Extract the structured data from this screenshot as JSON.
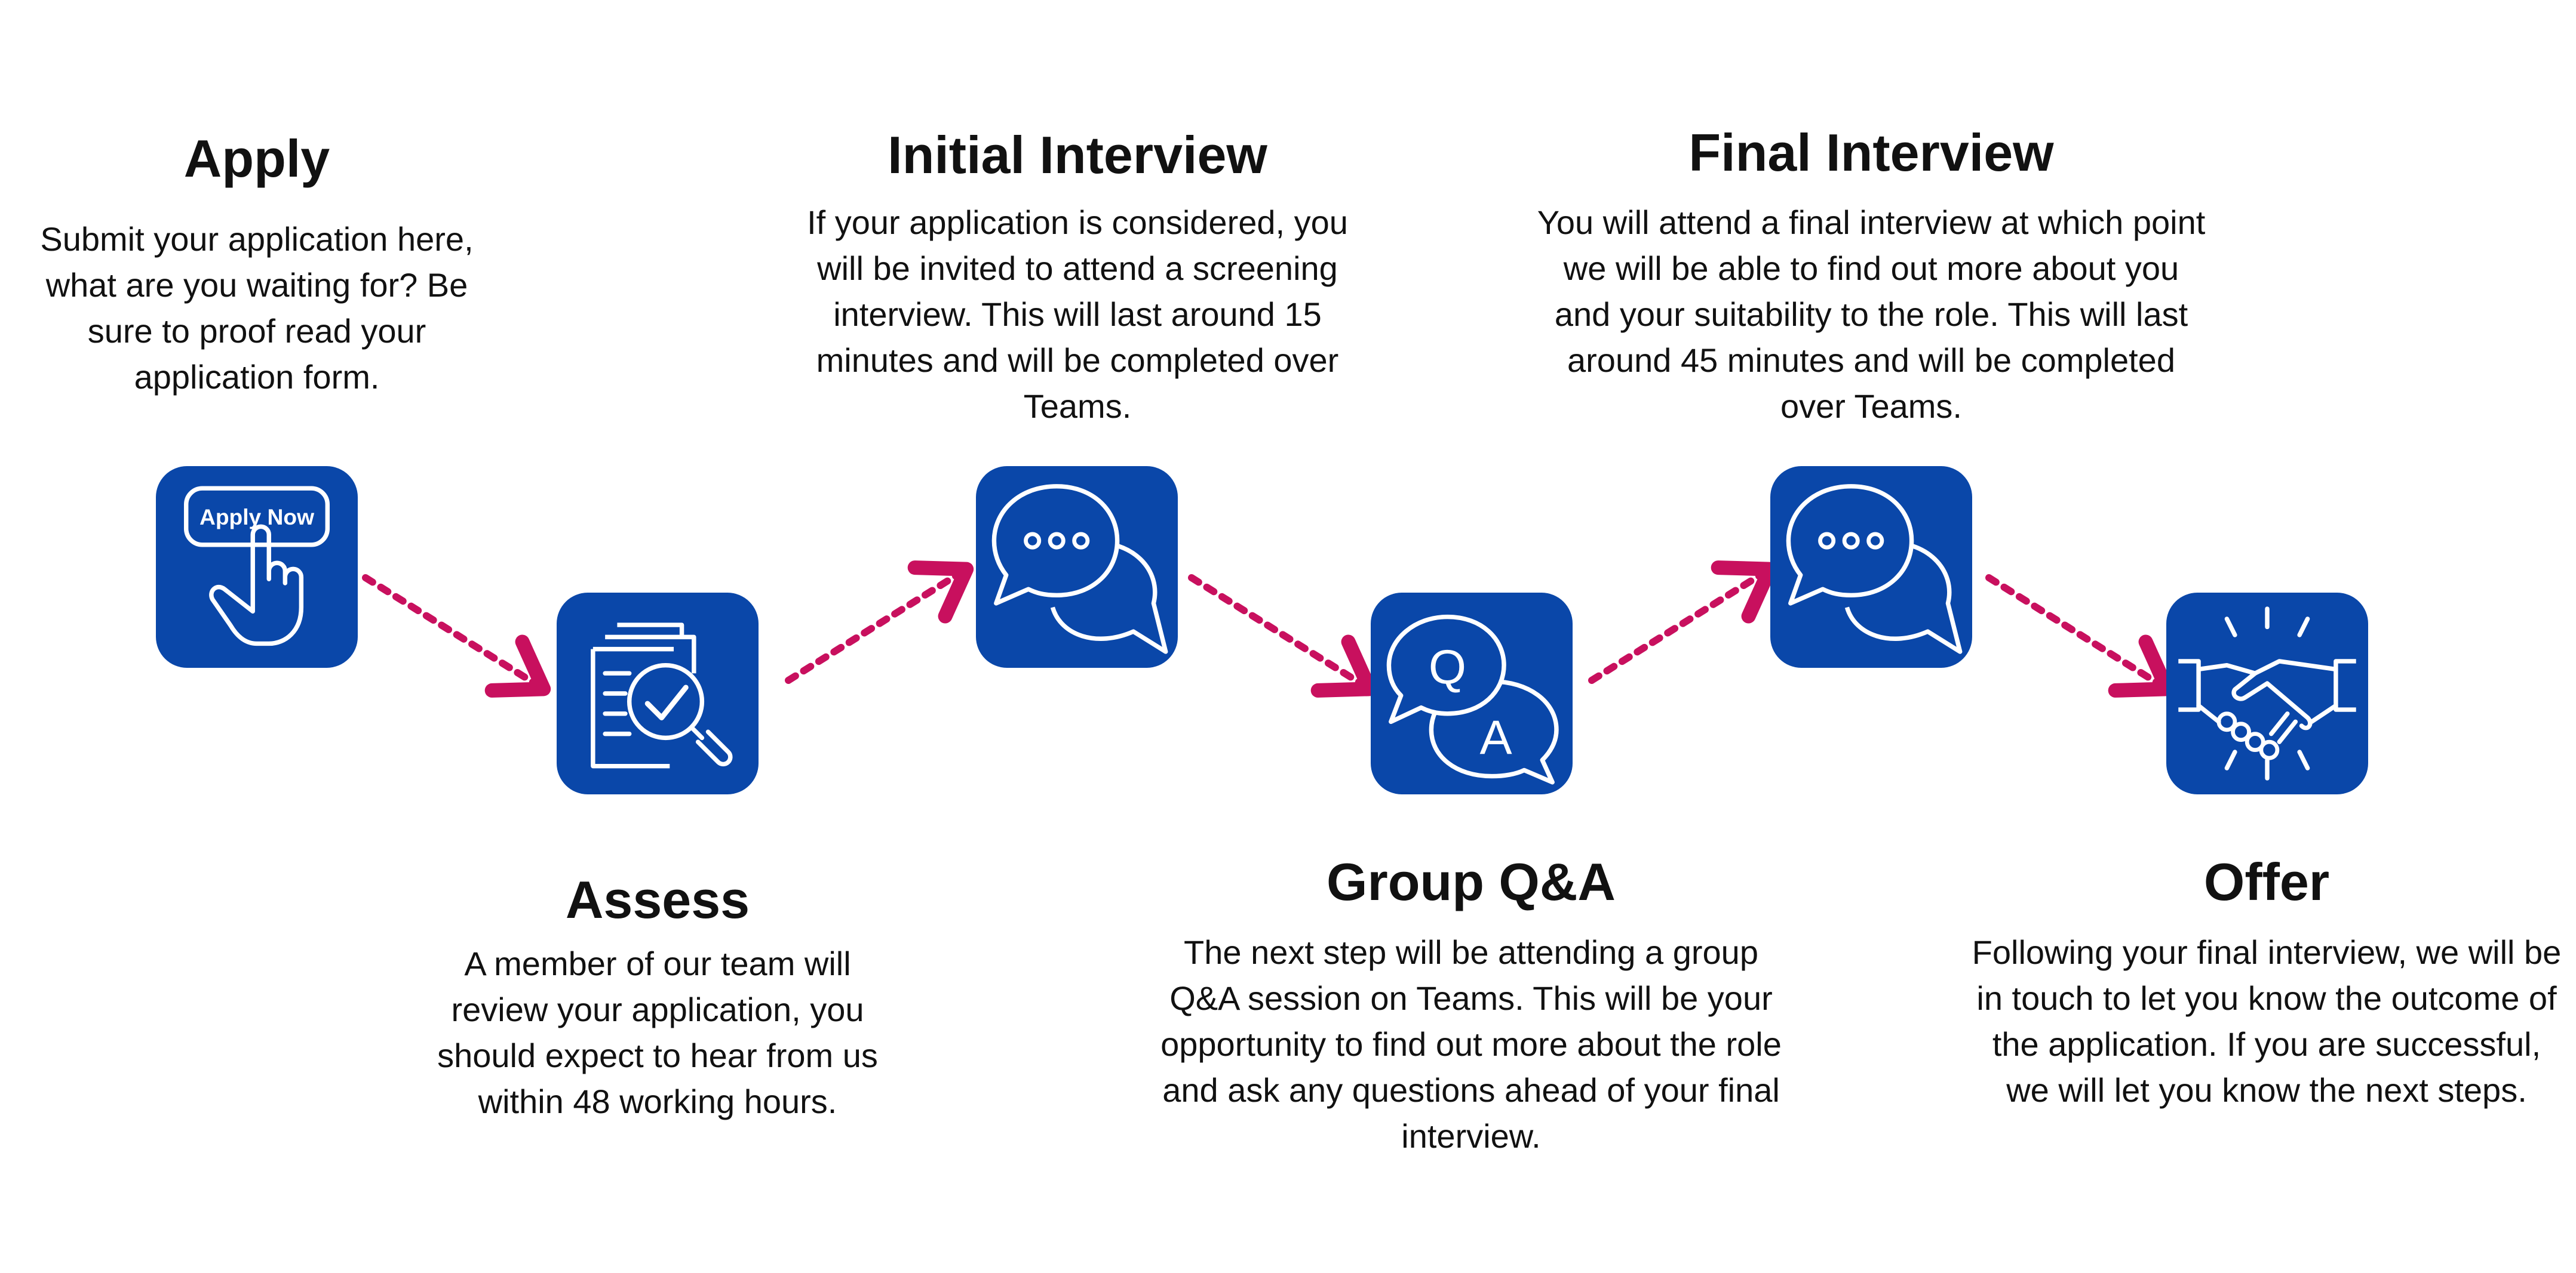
{
  "colors": {
    "tile": "#0A47A9",
    "tile_line": "#ffffff",
    "arrow": "#C8105E",
    "text": "#111111"
  },
  "steps": [
    {
      "title": "Apply",
      "description": "Submit your application here, what are you waiting for? Be sure to proof read your application form.",
      "icon": "apply-now-click-icon",
      "icon_text": "Apply Now"
    },
    {
      "title": "Assess",
      "description": "A member of our team will review your application, you should expect to hear from us within 48 working hours.",
      "icon": "document-review-magnifier-icon"
    },
    {
      "title": "Initial Interview",
      "description": "If your application is considered, you will be invited to attend a screening interview. This will last around 15 minutes and will be completed over Teams.",
      "icon": "chat-bubbles-icon"
    },
    {
      "title": "Group Q&A",
      "description": "The next step will be attending a group Q&A session on Teams. This will be your opportunity to find out more about the role and ask any questions ahead of your final interview.",
      "icon": "qa-bubbles-icon",
      "icon_q": "Q",
      "icon_a": "A"
    },
    {
      "title": "Final Interview",
      "description": "You will attend a final interview at which point we will be able to find out more about you and your suitability to the role. This will last around 45 minutes and will be completed over Teams.",
      "icon": "chat-bubbles-icon"
    },
    {
      "title": "Offer",
      "description": "Following your final interview, we will be in touch to let you know the outcome of the application. If you are successful, we will let you know the next steps.",
      "icon": "handshake-icon"
    }
  ]
}
